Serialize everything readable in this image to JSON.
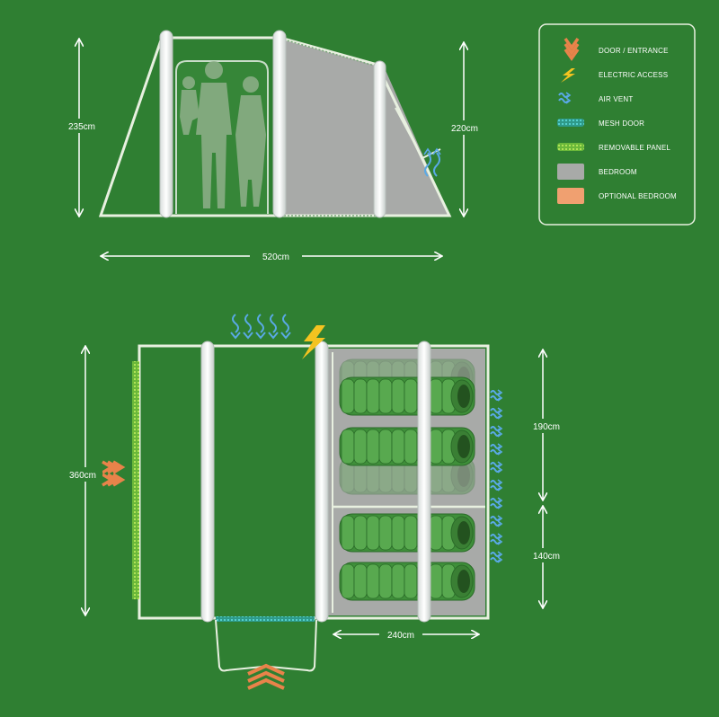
{
  "side_view": {
    "height_left": "235cm",
    "height_right": "220cm",
    "length": "520cm"
  },
  "floor_plan": {
    "width": "360cm",
    "bedroom_upper": "190cm",
    "bedroom_lower": "140cm",
    "bedroom_depth": "240cm"
  },
  "legend": {
    "items": [
      {
        "label": "DOOR / ENTRANCE",
        "icon": "door-entrance-icon",
        "color": "#e8834a"
      },
      {
        "label": "ELECTRIC ACCESS",
        "icon": "electric-access-icon",
        "color": "#f4c320"
      },
      {
        "label": "AIR VENT",
        "icon": "air-vent-icon",
        "color": "#5aa9e6"
      },
      {
        "label": "MESH DOOR",
        "icon": "mesh-door-icon",
        "color": "#3fd0d4"
      },
      {
        "label": "REMOVABLE PANEL",
        "icon": "removable-panel-icon",
        "color": "#a6e64a"
      },
      {
        "label": "BEDROOM",
        "icon": "bedroom-swatch",
        "color": "#a8aaa8"
      },
      {
        "label": "OPTIONAL BEDROOM",
        "icon": "optional-bedroom-swatch",
        "color": "#f0a070"
      }
    ]
  },
  "colors": {
    "background": "#2f7f32",
    "outline": "#e8f0e0",
    "bedroom": "#a8aaa8",
    "sleeping_bag": "#3f8f3a"
  }
}
